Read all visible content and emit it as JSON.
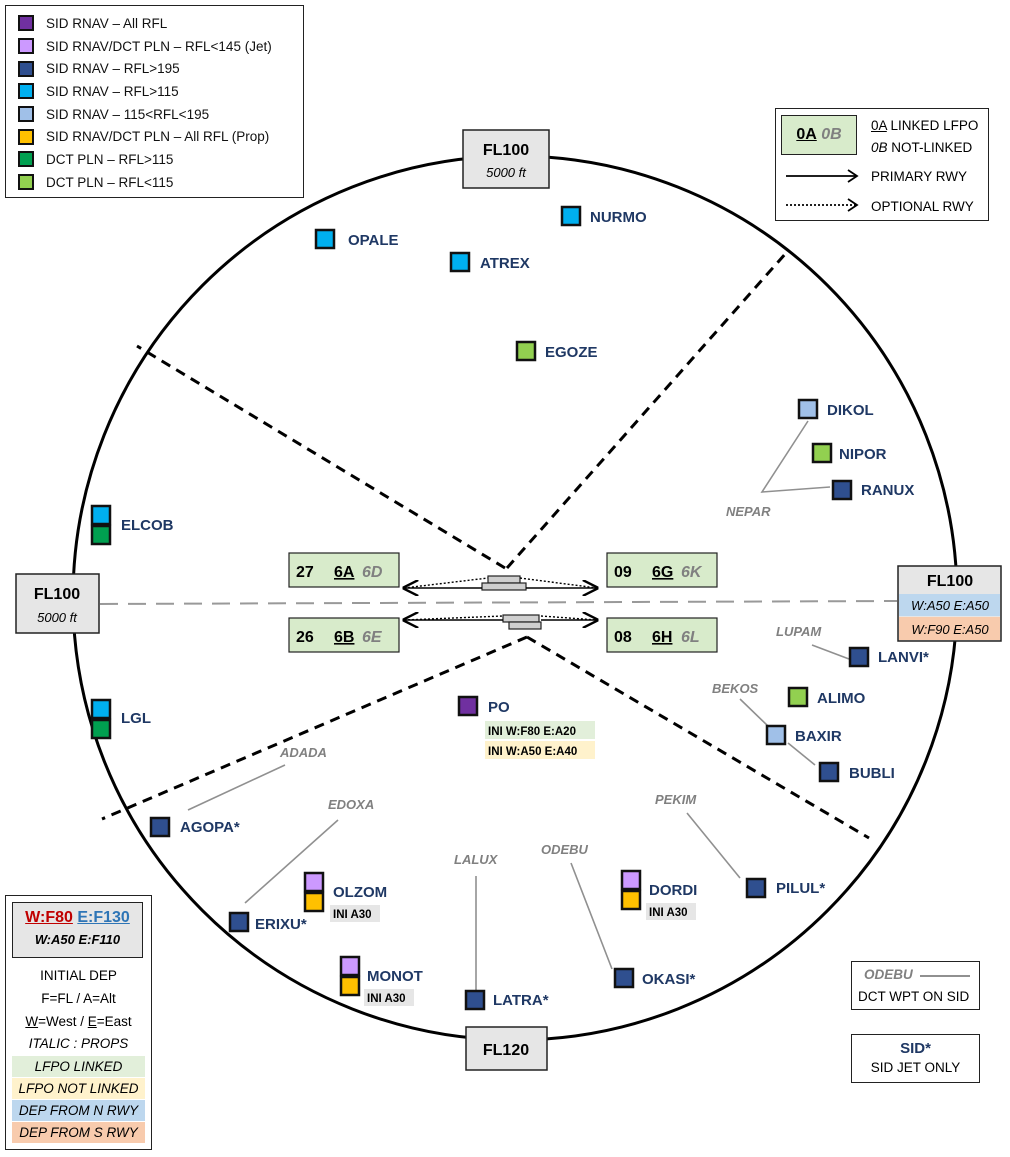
{
  "legend_colors": [
    {
      "label": "SID RNAV – All RFL",
      "color": "#7030A0"
    },
    {
      "label": "SID RNAV/DCT PLN – RFL<145 (Jet)",
      "color": "#CC99FF"
    },
    {
      "label": "SID RNAV – RFL>195",
      "color": "#2F4F8F"
    },
    {
      "label": "SID RNAV – RFL>115",
      "color": "#00B0F0"
    },
    {
      "label": "SID RNAV – 115<RFL<195",
      "color": "#A0C0E8"
    },
    {
      "label": "SID RNAV/DCT PLN – All RFL (Prop)",
      "color": "#FFC000"
    },
    {
      "label": "DCT PLN – RFL>115",
      "color": "#00A050"
    },
    {
      "label": "DCT PLN – RFL<115",
      "color": "#92D050"
    }
  ],
  "rwy_legend": {
    "code_linked": "0A",
    "code_notlinked": "0B",
    "linked_code": "0A",
    "linked_text": "LINKED LFPO",
    "notlinked_code": "0B",
    "notlinked_text": "NOT-LINKED",
    "primary": "PRIMARY RWY",
    "optional": "OPTIONAL RWY"
  },
  "fl_boxes": {
    "north": {
      "fl": "FL100",
      "alt": "5000 ft"
    },
    "west": {
      "fl": "FL100",
      "alt": "5000 ft"
    },
    "east": {
      "fl": "FL100",
      "line1": "W:A50 E:A50",
      "line2": "W:F90 E:A50"
    },
    "south": {
      "fl": "FL120"
    }
  },
  "runways": [
    {
      "num": "27",
      "a": "6A",
      "b": "6D"
    },
    {
      "num": "09",
      "a": "6G",
      "b": "6K"
    },
    {
      "num": "26",
      "a": "6B",
      "b": "6E"
    },
    {
      "num": "08",
      "a": "6H",
      "b": "6L"
    }
  ],
  "waypoints": {
    "NURMO": "NURMO",
    "OPALE": "OPALE",
    "ATREX": "ATREX",
    "EGOZE": "EGOZE",
    "DIKOL": "DIKOL",
    "NIPOR": "NIPOR",
    "RANUX": "RANUX",
    "ELCOB": "ELCOB",
    "LANVI": "LANVI*",
    "ALIMO": "ALIMO",
    "BAXIR": "BAXIR",
    "BUBLI": "BUBLI",
    "PO": "PO",
    "LGL": "LGL",
    "AGOPA": "AGOPA*",
    "OLZOM": "OLZOM",
    "ERIXU": "ERIXU*",
    "DORDI": "DORDI",
    "PILUL": "PILUL*",
    "MONOT": "MONOT",
    "OKASI": "OKASI*",
    "LATRA": "LATRA*"
  },
  "dct_points": {
    "NEPAR": "NEPAR",
    "LUPAM": "LUPAM",
    "BEKOS": "BEKOS",
    "ADADA": "ADADA",
    "EDOXA": "EDOXA",
    "LALUX": "LALUX",
    "ODEBU": "ODEBU",
    "PEKIM": "PEKIM"
  },
  "ini_labels": {
    "po_linked": "INI W:F80 E:A20",
    "po_notlinked": "INI W:A50 E:A40",
    "olzom": "INI A30",
    "dordi": "INI A30",
    "monot": "INI A30"
  },
  "dep_legend": {
    "w": "W:F80",
    "e": "E:F130",
    "line2": "W:A50 E:F110",
    "initial": "INITIAL DEP",
    "fa_pre": "F=FL / A=Alt",
    "west_w": "W",
    "west_rest": "=West / ",
    "east_e": "E",
    "east_rest": "=East",
    "italic": "ITALIC : PROPS",
    "linked": "LFPO LINKED",
    "notlinked": "LFPO NOT LINKED",
    "north": "DEP FROM N RWY",
    "south": "DEP FROM S RWY"
  },
  "dct_legend": {
    "point": "ODEBU",
    "text": "DCT WPT ON SID"
  },
  "sid_legend": {
    "title": "SID*",
    "text": "SID JET ONLY"
  },
  "colors": {
    "purple": "#7030A0",
    "lilac": "#CC99FF",
    "navy": "#2F4F8F",
    "cyan": "#00B0F0",
    "lightblue": "#A0C0E8",
    "orange": "#FFC000",
    "green": "#00A050",
    "lightgreen": "#92D050",
    "rwybox": "#D8EBCB",
    "wptlabel": "#1F3864",
    "dctlabel": "#808080",
    "linkedbg": "#E2EFDA",
    "notlinkedbg": "#FFF2CC",
    "northbg": "#BDD7EE",
    "southbg": "#F8CBAD"
  }
}
